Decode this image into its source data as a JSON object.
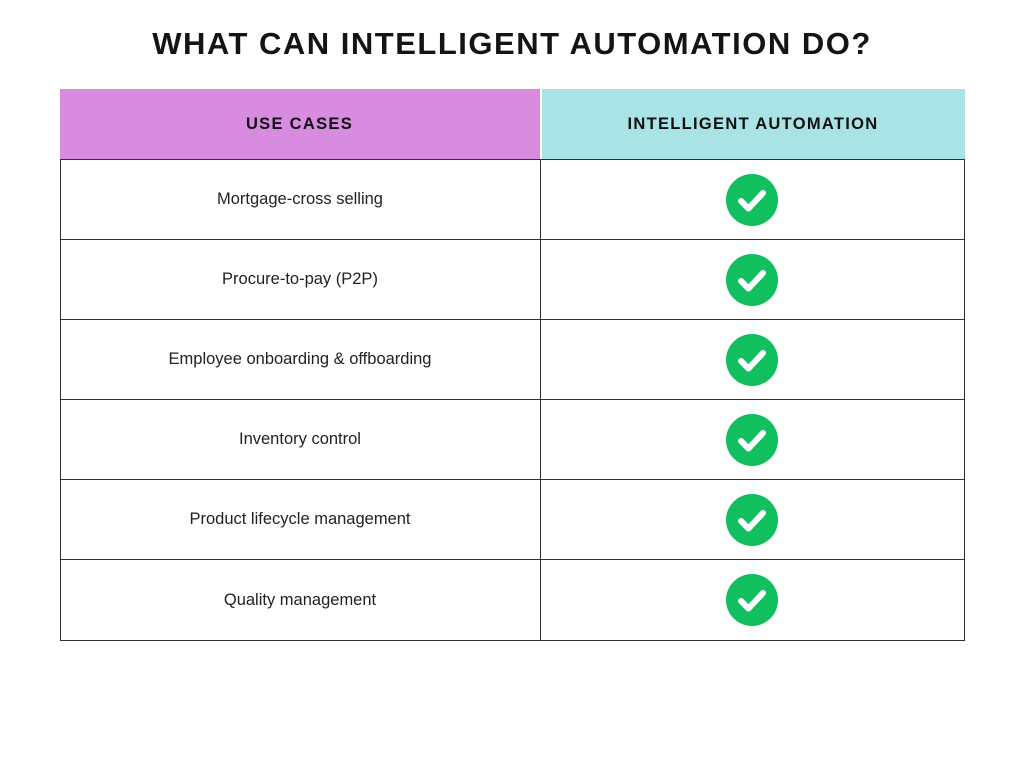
{
  "title": "WHAT CAN INTELLIGENT AUTOMATION DO?",
  "colors": {
    "header_use_cases_bg": "#d88ce0",
    "header_automation_bg": "#aae3e6",
    "check_green": "#12bf5e",
    "border": "#2f2f2f",
    "text": "#141414",
    "cell_text": "#222222"
  },
  "table": {
    "headers": [
      {
        "label": "USE CASES"
      },
      {
        "label": "INTELLIGENT AUTOMATION"
      }
    ],
    "rows": [
      {
        "use_case": "Mortgage-cross selling",
        "supported": true
      },
      {
        "use_case": "Procure-to-pay (P2P)",
        "supported": true
      },
      {
        "use_case": "Employee onboarding & offboarding",
        "supported": true
      },
      {
        "use_case": "Inventory control",
        "supported": true
      },
      {
        "use_case": "Product lifecycle management",
        "supported": true
      },
      {
        "use_case": "Quality management",
        "supported": true
      }
    ]
  },
  "chart_data": {
    "type": "table",
    "title": "WHAT CAN INTELLIGENT AUTOMATION DO?",
    "columns": [
      "USE CASES",
      "INTELLIGENT AUTOMATION"
    ],
    "rows": [
      [
        "Mortgage-cross selling",
        "yes"
      ],
      [
        "Procure-to-pay (P2P)",
        "yes"
      ],
      [
        "Employee onboarding & offboarding",
        "yes"
      ],
      [
        "Inventory control",
        "yes"
      ],
      [
        "Product lifecycle management",
        "yes"
      ],
      [
        "Quality management",
        "yes"
      ]
    ]
  }
}
